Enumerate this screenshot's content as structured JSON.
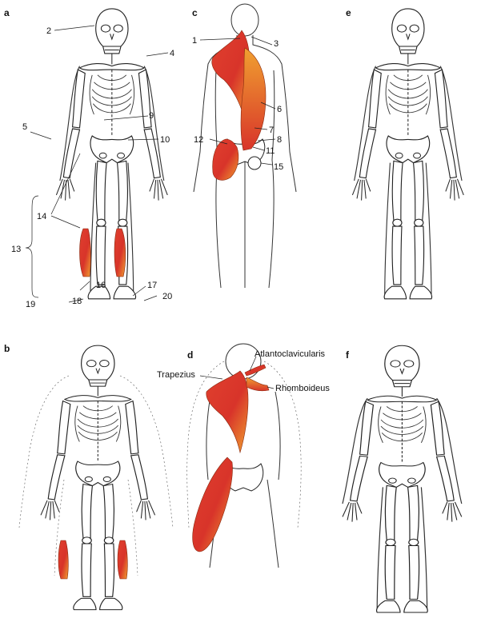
{
  "panels": {
    "a": "a",
    "b": "b",
    "c": "c",
    "d": "d",
    "e": "e",
    "f": "f"
  },
  "callouts": {
    "n1": "1",
    "n2": "2",
    "n3": "3",
    "n4": "4",
    "n5": "5",
    "n6": "6",
    "n7": "7",
    "n8": "8",
    "n9": "9",
    "n10": "10",
    "n11": "11",
    "n12": "12",
    "n13": "13",
    "n14": "14",
    "n15": "15",
    "n16": "16",
    "n17": "17",
    "n18": "18",
    "n19": "19",
    "n20": "20"
  },
  "muscle_labels": {
    "atlantoclavicularis": "Atlantoclavicularis",
    "trapezius": "Trapezius",
    "rhomboideus": "Rhomboideus"
  },
  "colors": {
    "muscle_red": "#d8342a",
    "muscle_orange": "#f0a030",
    "outline": "#222222"
  }
}
